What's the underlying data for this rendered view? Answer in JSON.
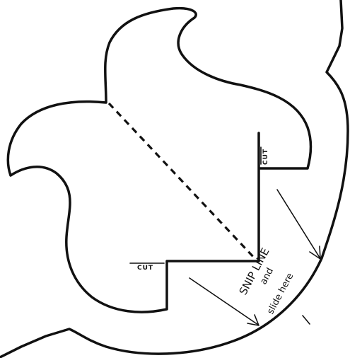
{
  "diagram": {
    "cut_label_top": "CUT",
    "cut_label_bottom": "CUT",
    "snip_line_label": "SNIP LINE",
    "and_label": "and",
    "slide_here_label": "slide here"
  }
}
